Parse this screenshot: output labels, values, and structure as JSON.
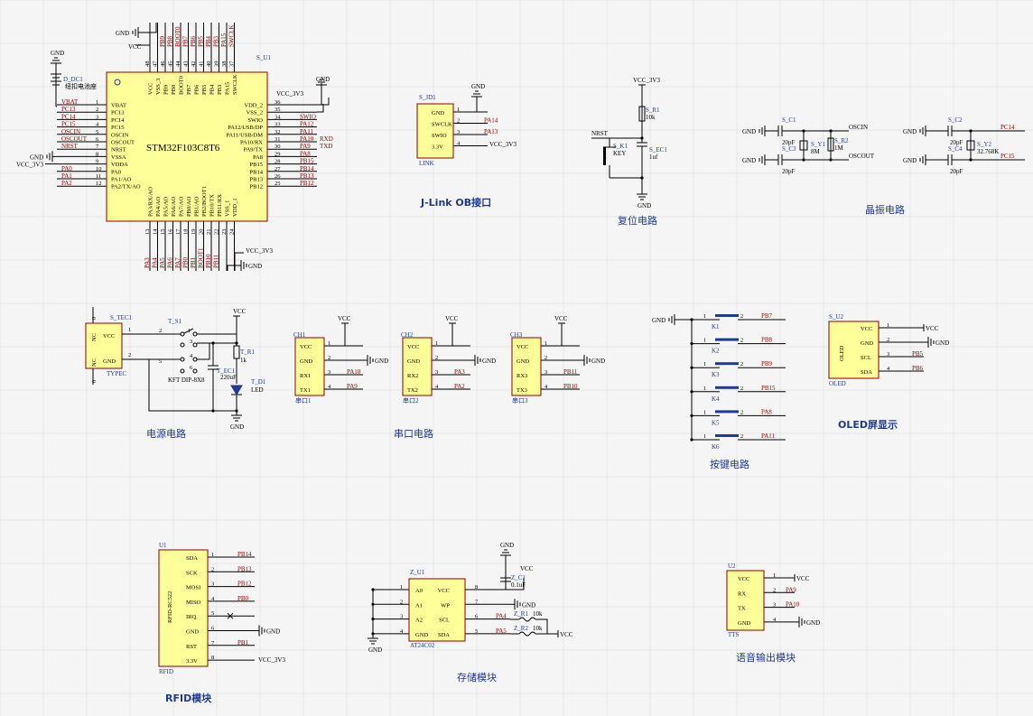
{
  "mcu": {
    "designator": "S_U1",
    "part": "STM32F103C8T6",
    "left_pins": [
      {
        "num": "1",
        "name": "VBAT",
        "net": "VBAT"
      },
      {
        "num": "2",
        "name": "PC13",
        "net": "PC13"
      },
      {
        "num": "3",
        "name": "PC14",
        "net": "PC14"
      },
      {
        "num": "4",
        "name": "PC15",
        "net": "PC15"
      },
      {
        "num": "5",
        "name": "OSCIN",
        "net": "OSCIN"
      },
      {
        "num": "6",
        "name": "OSCOUT",
        "net": "OSCOUT"
      },
      {
        "num": "7",
        "name": "NRST",
        "net": "NRST"
      },
      {
        "num": "8",
        "name": "VSSA",
        "net": "GND"
      },
      {
        "num": "9",
        "name": "VDDA",
        "net": "VCC_3V3"
      },
      {
        "num": "10",
        "name": "PA0",
        "net": "PA0"
      },
      {
        "num": "11",
        "name": "PA1/AO",
        "net": "PA1"
      },
      {
        "num": "12",
        "name": "PA2/TX/AO",
        "net": "PA2"
      }
    ],
    "right_pins": [
      {
        "num": "36",
        "name": "VDD_2",
        "net": "VCC_3V3"
      },
      {
        "num": "35",
        "name": "VSS_2",
        "net": ""
      },
      {
        "num": "34",
        "name": "SWIO",
        "net": "SWIO"
      },
      {
        "num": "33",
        "name": "PA12/USB/DP",
        "net": "PA12"
      },
      {
        "num": "32",
        "name": "PA11/USB/DM",
        "net": "PA11"
      },
      {
        "num": "31",
        "name": "PA10/RX",
        "net": "PA10"
      },
      {
        "num": "30",
        "name": "PA9/TX",
        "net": "PA9"
      },
      {
        "num": "29",
        "name": "PA8",
        "net": "PA8"
      },
      {
        "num": "28",
        "name": "PB15",
        "net": "PB15"
      },
      {
        "num": "27",
        "name": "PB14",
        "net": "PB14"
      },
      {
        "num": "26",
        "name": "PB13",
        "net": "PB13"
      },
      {
        "num": "25",
        "name": "PB12",
        "net": "PB12"
      }
    ],
    "right_extra": {
      "rxd": "RXD",
      "txd": "TXD"
    },
    "top_pins": [
      {
        "num": "48",
        "name": "VCC",
        "net": ""
      },
      {
        "num": "47",
        "name": "VSS_3",
        "net": ""
      },
      {
        "num": "46",
        "name": "PB9",
        "net": "PB9"
      },
      {
        "num": "45",
        "name": "PB8",
        "net": "PB8"
      },
      {
        "num": "44",
        "name": "BOOT0",
        "net": "BOOT0"
      },
      {
        "num": "43",
        "name": "PB7",
        "net": "PB7"
      },
      {
        "num": "42",
        "name": "PB6",
        "net": "PB6"
      },
      {
        "num": "41",
        "name": "PB5",
        "net": "PB5"
      },
      {
        "num": "40",
        "name": "PB4",
        "net": "PB4"
      },
      {
        "num": "39",
        "name": "PB3",
        "net": "PB3"
      },
      {
        "num": "38",
        "name": "PA15",
        "net": "PA15"
      },
      {
        "num": "37",
        "name": "SWCLK",
        "net": "SWCLK"
      }
    ],
    "bottom_pins": [
      {
        "num": "13",
        "name": "PA3/RX/AO",
        "net": "PA3"
      },
      {
        "num": "14",
        "name": "PA4/AO",
        "net": "PA4"
      },
      {
        "num": "15",
        "name": "PA5/AO",
        "net": "PA5"
      },
      {
        "num": "16",
        "name": "PA6/AO",
        "net": "PA6"
      },
      {
        "num": "17",
        "name": "PA7/AO",
        "net": "PA7"
      },
      {
        "num": "18",
        "name": "PB0/AO",
        "net": "PB0"
      },
      {
        "num": "19",
        "name": "PB1/AO",
        "net": "PB1"
      },
      {
        "num": "20",
        "name": "PB2/BOOT1",
        "net": "BOOT1"
      },
      {
        "num": "21",
        "name": "PB10/TX",
        "net": "PB10"
      },
      {
        "num": "22",
        "name": "PB11/RX",
        "net": "PB11"
      },
      {
        "num": "23",
        "name": "VSS_1",
        "net": ""
      },
      {
        "num": "24",
        "name": "VDD_1",
        "net": ""
      }
    ],
    "gnd": "GND",
    "vcc": "VCC",
    "vcc3v3": "VCC_3V3",
    "battery": {
      "designator": "D_DC1",
      "label": "纽扣电池座"
    }
  },
  "jlink": {
    "designator": "S_JD1",
    "value": "LINK",
    "title": "J-Link OB接口",
    "pins": [
      {
        "num": "1",
        "name": "GND",
        "net": "GND"
      },
      {
        "num": "2",
        "name": "SWCLK",
        "net": "PA14"
      },
      {
        "num": "3",
        "name": "SWIO",
        "net": "PA13"
      },
      {
        "num": "4",
        "name": "3.3V",
        "net": "VCC_3V3"
      }
    ]
  },
  "reset": {
    "title": "复位电路",
    "vcc": "VCC_3V3",
    "nrst": "NRST",
    "r_des": "S_R1",
    "r_val": "10k",
    "k_des": "S_K1",
    "k_val": "KEY",
    "c_des": "S_EC1",
    "c_val": "1uf",
    "gnd": "GND"
  },
  "crystal": {
    "title": "晶振电路",
    "main": {
      "c1_des": "S_C1",
      "c1_val": "20pF",
      "c3_des": "S_C3",
      "c3_val": "20pF",
      "y_des": "S_Y1",
      "y_val": "8M",
      "r_des": "S_R2",
      "r_val": "1M",
      "net_in": "OSCIN",
      "net_out": "OSCOUT",
      "gnd": "GND"
    },
    "rtc": {
      "c2_des": "S_C2",
      "c2_val": "20pF",
      "c4_des": "S_C4",
      "c4_val": "20pF",
      "y_des": "S_Y2",
      "y_val": "32.768K",
      "net_a": "PC14",
      "net_b": "PC15",
      "gnd": "GND"
    }
  },
  "power": {
    "title": "电源电路",
    "conn_des": "S_TEC1",
    "conn_val": "TYPEC",
    "conn_pins": [
      {
        "num": "1",
        "name": "VCC"
      },
      {
        "num": "2",
        "name": "GND"
      }
    ],
    "nc": "NC",
    "sw_des": "T_S1",
    "sw_val": "KFT DIP-8X8",
    "sw_pins": [
      "2",
      "3",
      "5",
      "4",
      "6",
      "1"
    ],
    "r_des": "T_R1",
    "r_val": "1k",
    "c_des": "T_EC1",
    "c_val": "220uF",
    "led_des": "T_D1",
    "led_val": "LED",
    "vcc": "VCC",
    "gnd": "GND",
    "pin_zero": "0"
  },
  "uart": {
    "title": "串口电路",
    "channels": [
      {
        "des": "CH1",
        "value": "串口1",
        "pins": [
          "VCC",
          "GND",
          "RX1",
          "TX1"
        ],
        "nets": [
          "VCC",
          "GND",
          "PA10",
          "PA9"
        ]
      },
      {
        "des": "CH2",
        "value": "串口2",
        "pins": [
          "VCC",
          "GND",
          "RX2",
          "TX2"
        ],
        "nets": [
          "VCC",
          "GND",
          "PA3",
          "PA2"
        ]
      },
      {
        "des": "CH3",
        "value": "串口3",
        "pins": [
          "VCC",
          "GND",
          "RX3",
          "TX3"
        ],
        "nets": [
          "VCC",
          "GND",
          "PB11",
          "PB10"
        ]
      }
    ]
  },
  "keys": {
    "title": "按键电路",
    "gnd": "GND",
    "items": [
      {
        "des": "K1",
        "net": "PB7"
      },
      {
        "des": "K2",
        "net": "PB8"
      },
      {
        "des": "K3",
        "net": "PB9"
      },
      {
        "des": "K4",
        "net": "PB15"
      },
      {
        "des": "K5",
        "net": "PA8"
      },
      {
        "des": "K6",
        "net": "PA11"
      }
    ]
  },
  "oled": {
    "title": "OLED屏显示",
    "designator": "S_U2",
    "value": "OLED",
    "body": "OLED",
    "pins": [
      {
        "num": "1",
        "name": "VCC",
        "net": "VCC"
      },
      {
        "num": "2",
        "name": "GND",
        "net": "GND"
      },
      {
        "num": "3",
        "name": "SCL",
        "net": "PB5"
      },
      {
        "num": "4",
        "name": "SDA",
        "net": "PB6"
      }
    ]
  },
  "rfid": {
    "title": "RFID模块",
    "designator": "U1",
    "value": "RFID",
    "body": "RFID-RC522",
    "pins": [
      {
        "num": "1",
        "name": "SDA",
        "net": "PB14"
      },
      {
        "num": "2",
        "name": "SCK",
        "net": "PB13"
      },
      {
        "num": "3",
        "name": "MOSI",
        "net": "PB12"
      },
      {
        "num": "4",
        "name": "MISO",
        "net": "PB0"
      },
      {
        "num": "5",
        "name": "IRQ",
        "net": ""
      },
      {
        "num": "6",
        "name": "GND",
        "net": "GND"
      },
      {
        "num": "7",
        "name": "RST",
        "net": "PB1"
      },
      {
        "num": "8",
        "name": "3.3V",
        "net": "VCC_3V3"
      }
    ]
  },
  "eeprom": {
    "title": "存储模块",
    "designator": "Z_U1",
    "value": "AT24C02",
    "left_pins": [
      {
        "num": "1",
        "name": "A0"
      },
      {
        "num": "2",
        "name": "A1"
      },
      {
        "num": "3",
        "name": "A2"
      },
      {
        "num": "4",
        "name": "GND"
      }
    ],
    "right_pins": [
      {
        "num": "8",
        "name": "VCC",
        "net": "VCC"
      },
      {
        "num": "7",
        "name": "WP",
        "net": "GND"
      },
      {
        "num": "6",
        "name": "SCL",
        "net": "PA4"
      },
      {
        "num": "5",
        "name": "SDA",
        "net": "PA5"
      }
    ],
    "c_des": "Z_C1",
    "c_val": "0.1uF",
    "r1_des": "Z_R1",
    "r1_val": "10k",
    "r2_des": "Z_R2",
    "r2_val": "10k",
    "gnd": "GND",
    "vcc": "VCC"
  },
  "tts": {
    "title": "语音输出模块",
    "designator": "U2",
    "value": "TTS",
    "pins": [
      {
        "num": "1",
        "name": "VCC",
        "net": "VCC"
      },
      {
        "num": "2",
        "name": "RX",
        "net": "PA9"
      },
      {
        "num": "3",
        "name": "TX",
        "net": "PA10"
      },
      {
        "num": "4",
        "name": "GND",
        "net": "GND"
      }
    ]
  }
}
